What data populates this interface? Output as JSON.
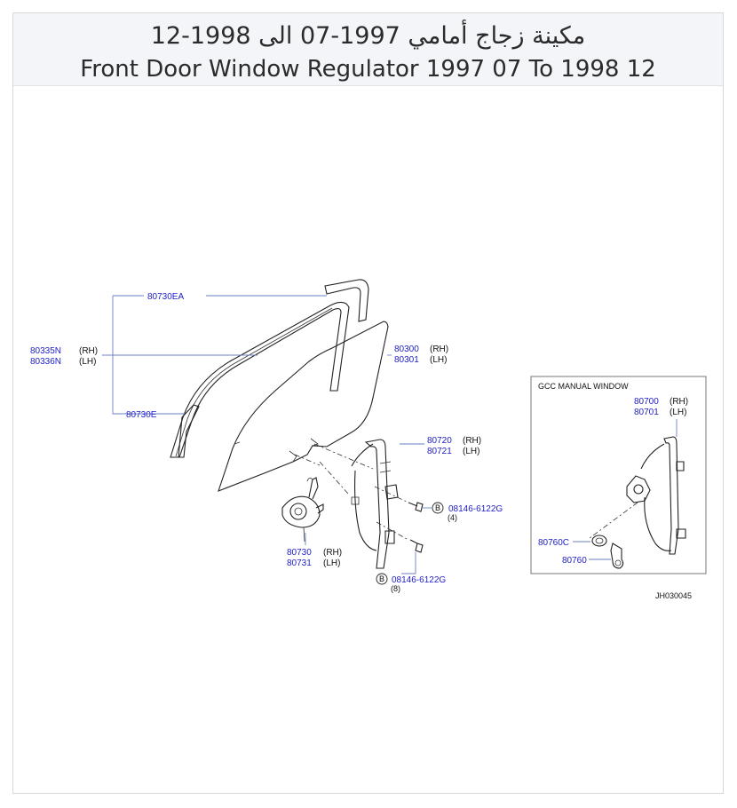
{
  "header": {
    "title_ar": "مكينة زجاج أمامي 1997-07 الى 1998-12",
    "title_en": "Front Door Window Regulator 1997 07 To 1998 12"
  },
  "diagram": {
    "code": "JH030045",
    "inset_title": "GCC  MANUAL  WINDOW",
    "rh": "(RH)",
    "lh": "(LH)",
    "qty4": "(4)",
    "qty8": "(8)",
    "bolt_symbol": "B",
    "parts": {
      "p80730EA": "80730EA",
      "p80335N": "80335N",
      "p80336N": "80336N",
      "p80730E": "80730E",
      "p80300": "80300",
      "p80301": "80301",
      "p80720": "80720",
      "p80721": "80721",
      "p08146a": "08146-6122G",
      "p08146b": "08146-6122G",
      "p80730": "80730",
      "p80731": "80731",
      "p80700": "80700",
      "p80701": "80701",
      "p80760C": "80760C",
      "p80760": "80760"
    }
  },
  "colors": {
    "part_link": "#1c1cc9",
    "header_bg": "#f4f5f8",
    "leader": "#6a7fc6"
  }
}
